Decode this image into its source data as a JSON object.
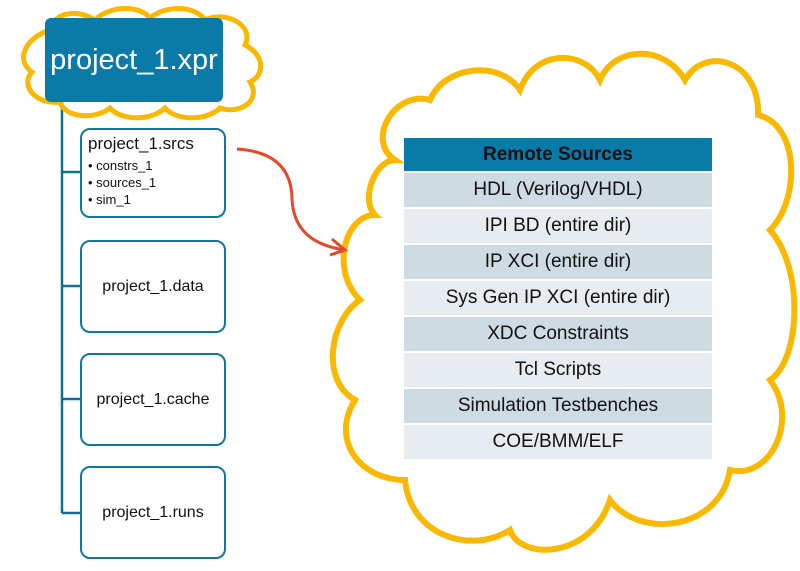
{
  "root": {
    "label": "project_1.xpr"
  },
  "tree": {
    "srcs": {
      "label": "project_1.srcs",
      "items": [
        "constrs_1",
        "sources_1",
        "sim_1"
      ]
    },
    "data": {
      "label": "project_1.data"
    },
    "cache": {
      "label": "project_1.cache"
    },
    "runs": {
      "label": "project_1.runs"
    }
  },
  "remote": {
    "header": "Remote Sources",
    "rows": [
      "HDL (Verilog/VHDL)",
      "IPI BD (entire dir)",
      "IP XCI (entire dir)",
      "Sys Gen IP XCI (entire dir)",
      "XDC Constraints",
      "Tcl Scripts",
      "Simulation Testbenches",
      "COE/BMM/ELF"
    ]
  },
  "colors": {
    "primary": "#0a7aa8",
    "cloud": "#fbb800",
    "arrow": "#e8472a"
  }
}
